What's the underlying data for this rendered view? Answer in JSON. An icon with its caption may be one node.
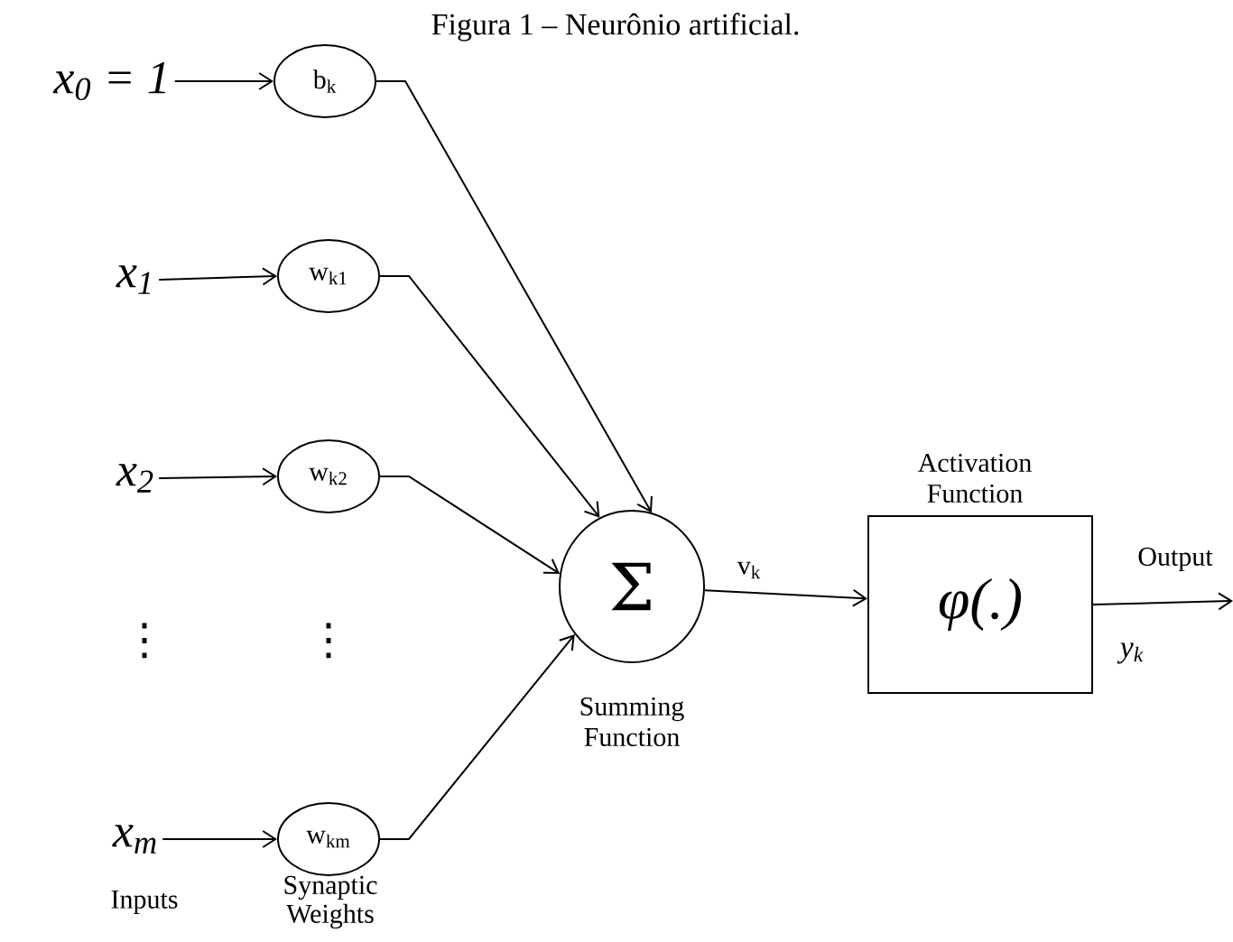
{
  "diagram": {
    "title": "Figura 1 – Neurônio artificial.",
    "nodes": [
      {
        "text": [
          "x$_{0}$ = 1"
        ]
      },
      {
        "text": [
          "x$_{1}$"
        ]
      },
      {
        "text": [
          "x$_{2}$"
        ]
      },
      {
        "text": [
          "x$_{m}$"
        ]
      },
      {
        "text": [
          "b$_{k}$"
        ]
      },
      {
        "text": [
          "w$_{k1}$"
        ]
      },
      {
        "text": [
          "w$_{k2}$"
        ]
      },
      {
        "text": [
          "w$_{km}$"
        ]
      },
      {
        "text": [
          "Σ"
        ],
        "beside": [
          "Summing Function"
        ]
      },
      {
        "text": [
          "φ(.)"
        ],
        "beside": [
          "Activation Function"
        ]
      }
    ],
    "edges": [
      {
        "from": 0,
        "to": 4,
        "arrow": "to"
      },
      {
        "from": 1,
        "to": 5,
        "arrow": "to"
      },
      {
        "from": 2,
        "to": 6,
        "arrow": "to"
      },
      {
        "from": 3,
        "to": 7,
        "arrow": "to"
      },
      {
        "from": 4,
        "to": 8,
        "arrow": "to"
      },
      {
        "from": 5,
        "to": 8,
        "arrow": "to"
      },
      {
        "from": 6,
        "to": 8,
        "arrow": "to"
      },
      {
        "from": 7,
        "to": 8,
        "arrow": "to"
      },
      {
        "from": 8,
        "to": 9,
        "arrow": "to",
        "label": "v$_{k}$"
      },
      {
        "from": 9,
        "to": null,
        "arrow": "to",
        "label": "Output"
      }
    ],
    "labels": [
      "⋮",
      "⋮",
      "Inputs",
      "Synaptic Weights",
      "y$_{k}$"
    ]
  }
}
